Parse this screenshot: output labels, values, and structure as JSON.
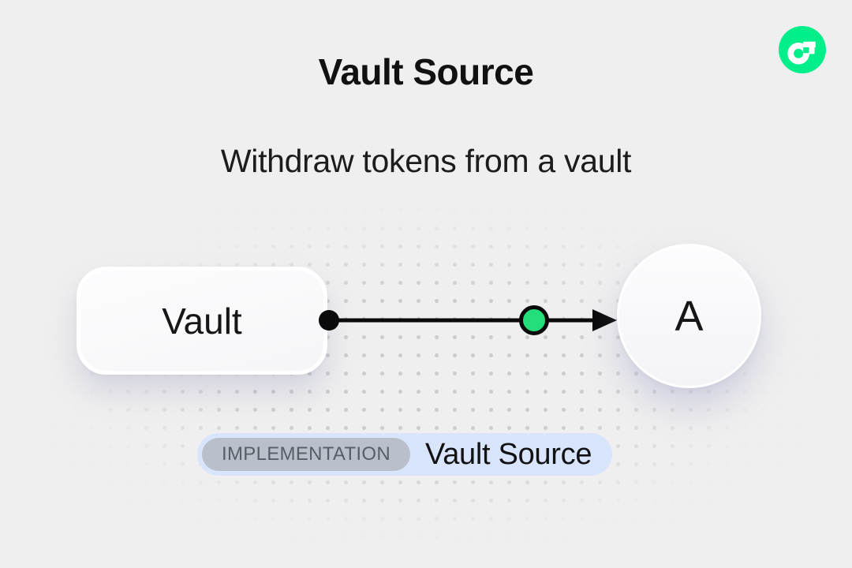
{
  "page": {
    "title": "Vault Source",
    "subtitle": "Withdraw tokens from a vault"
  },
  "logo": {
    "name": "flow-logo",
    "brand_green": "#00ef8b"
  },
  "diagram": {
    "source_label": "Vault",
    "target_label": "A",
    "edge": {
      "start_marker": "black-dot",
      "mid_marker": "green-token-circle",
      "end_marker": "arrowhead",
      "line_color": "#0a0a0a",
      "token_green": "#24de7b"
    }
  },
  "badge": {
    "tag": "IMPLEMENTATION",
    "label": "Vault Source",
    "pill_bg": "#d9e5fc",
    "tag_bg": "#b9c0cb"
  },
  "colors": {
    "background": "#efefef",
    "text": "#111111",
    "dot_grid": "#cdcdcf"
  }
}
